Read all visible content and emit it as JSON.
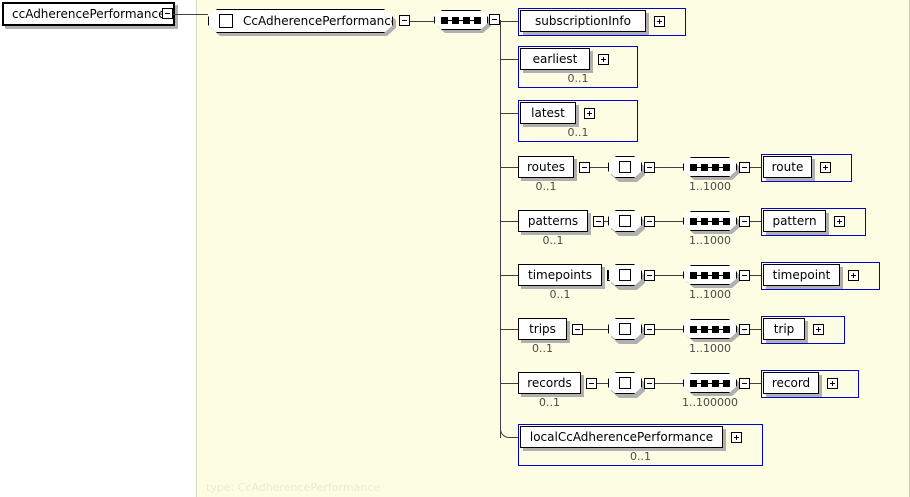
{
  "diagram": {
    "title": "ccAdherencePerformance",
    "footer_type_label": "type: CcAdherencePerformance",
    "colors": {
      "panel_background": "#fdfde4",
      "node_border": "#0000d0",
      "line": "#404040",
      "shadow": "#b0b0b0",
      "footer_text": "#ebebd2"
    },
    "root_element": {
      "label": "ccAdherencePerformance",
      "toggle": "minus"
    },
    "root_type": {
      "label": "CcAdherencePerformance",
      "toggle": "minus",
      "icon": "complextype-square"
    },
    "root_sequence": {
      "icon": "sequence-indicator",
      "toggle": "minus"
    },
    "children": [
      {
        "name": "subscriptionInfo",
        "toggle": "plus",
        "cardinality": "",
        "framed": true,
        "has_nested": false
      },
      {
        "name": "earliest",
        "toggle": "plus",
        "cardinality": "0..1",
        "framed": true,
        "has_nested": false
      },
      {
        "name": "latest",
        "toggle": "plus",
        "cardinality": "0..1",
        "framed": true,
        "has_nested": false
      },
      {
        "name": "routes",
        "toggle": "minus",
        "cardinality": "0..1",
        "framed": false,
        "has_nested": true,
        "nested": {
          "type_icon": "complextype-square",
          "type_toggle": "minus",
          "sequence_icon": "sequence-indicator",
          "sequence_toggle": "minus",
          "sequence_cardinality": "1..1000",
          "child": {
            "name": "route",
            "toggle": "plus",
            "framed": true
          }
        }
      },
      {
        "name": "patterns",
        "toggle": "minus",
        "cardinality": "0..1",
        "framed": false,
        "has_nested": true,
        "nested": {
          "type_icon": "complextype-square",
          "type_toggle": "minus",
          "sequence_icon": "sequence-indicator",
          "sequence_toggle": "minus",
          "sequence_cardinality": "1..1000",
          "child": {
            "name": "pattern",
            "toggle": "plus",
            "framed": true
          }
        }
      },
      {
        "name": "timepoints",
        "toggle": "minus",
        "cardinality": "0..1",
        "framed": false,
        "has_nested": true,
        "nested": {
          "type_icon": "complextype-square",
          "type_toggle": "minus",
          "sequence_icon": "sequence-indicator",
          "sequence_toggle": "minus",
          "sequence_cardinality": "1..1000",
          "child": {
            "name": "timepoint",
            "toggle": "plus",
            "framed": true
          }
        }
      },
      {
        "name": "trips",
        "toggle": "minus",
        "cardinality": "0..1",
        "framed": false,
        "has_nested": true,
        "nested": {
          "type_icon": "complextype-square",
          "type_toggle": "minus",
          "sequence_icon": "sequence-indicator",
          "sequence_toggle": "minus",
          "sequence_cardinality": "1..1000",
          "child": {
            "name": "trip",
            "toggle": "plus",
            "framed": true
          }
        }
      },
      {
        "name": "records",
        "toggle": "minus",
        "cardinality": "0..1",
        "framed": false,
        "has_nested": true,
        "nested": {
          "type_icon": "complextype-square",
          "type_toggle": "minus",
          "sequence_icon": "sequence-indicator",
          "sequence_toggle": "minus",
          "sequence_cardinality": "1..100000",
          "child": {
            "name": "record",
            "toggle": "plus",
            "framed": true
          }
        }
      },
      {
        "name": "localCcAdherencePerformance",
        "toggle": "plus",
        "cardinality": "0..1",
        "framed": true,
        "has_nested": false
      }
    ]
  }
}
